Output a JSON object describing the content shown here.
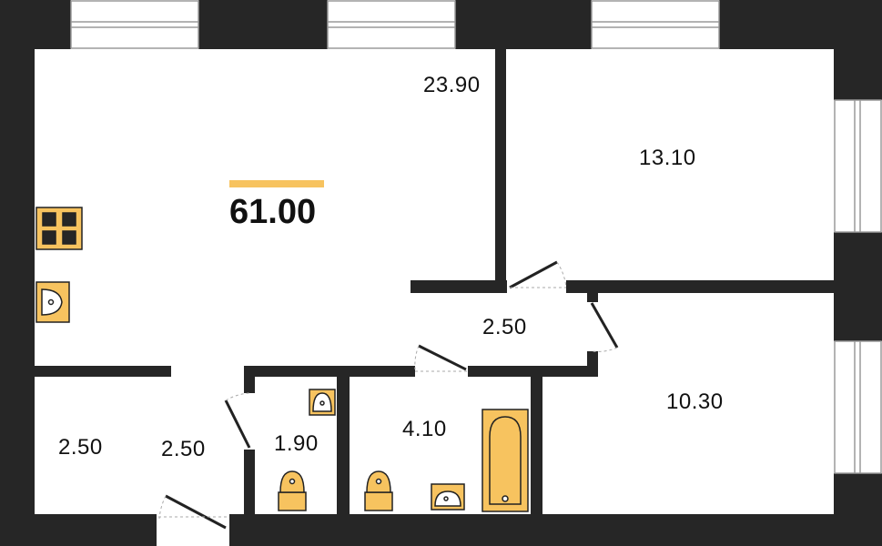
{
  "plan": {
    "total_area": "61.00",
    "rooms": [
      {
        "id": "living",
        "area": "23.90"
      },
      {
        "id": "bedroom",
        "area": "13.10"
      },
      {
        "id": "hall",
        "area": "2.50"
      },
      {
        "id": "bedroom2",
        "area": "10.30"
      },
      {
        "id": "storage",
        "area": "2.50"
      },
      {
        "id": "entrance",
        "area": "2.50"
      },
      {
        "id": "wc",
        "area": "1.90"
      },
      {
        "id": "bathroom",
        "area": "4.10"
      }
    ],
    "colors": {
      "wall": "#262626",
      "fixture": "#f7c35f",
      "accent_bar": "#f7c35f",
      "window_line": "#9a9a9a"
    },
    "icons": [
      "stove-icon",
      "sink-icon",
      "toilet-icon",
      "bathtub-icon",
      "door-icon",
      "window-icon"
    ]
  }
}
